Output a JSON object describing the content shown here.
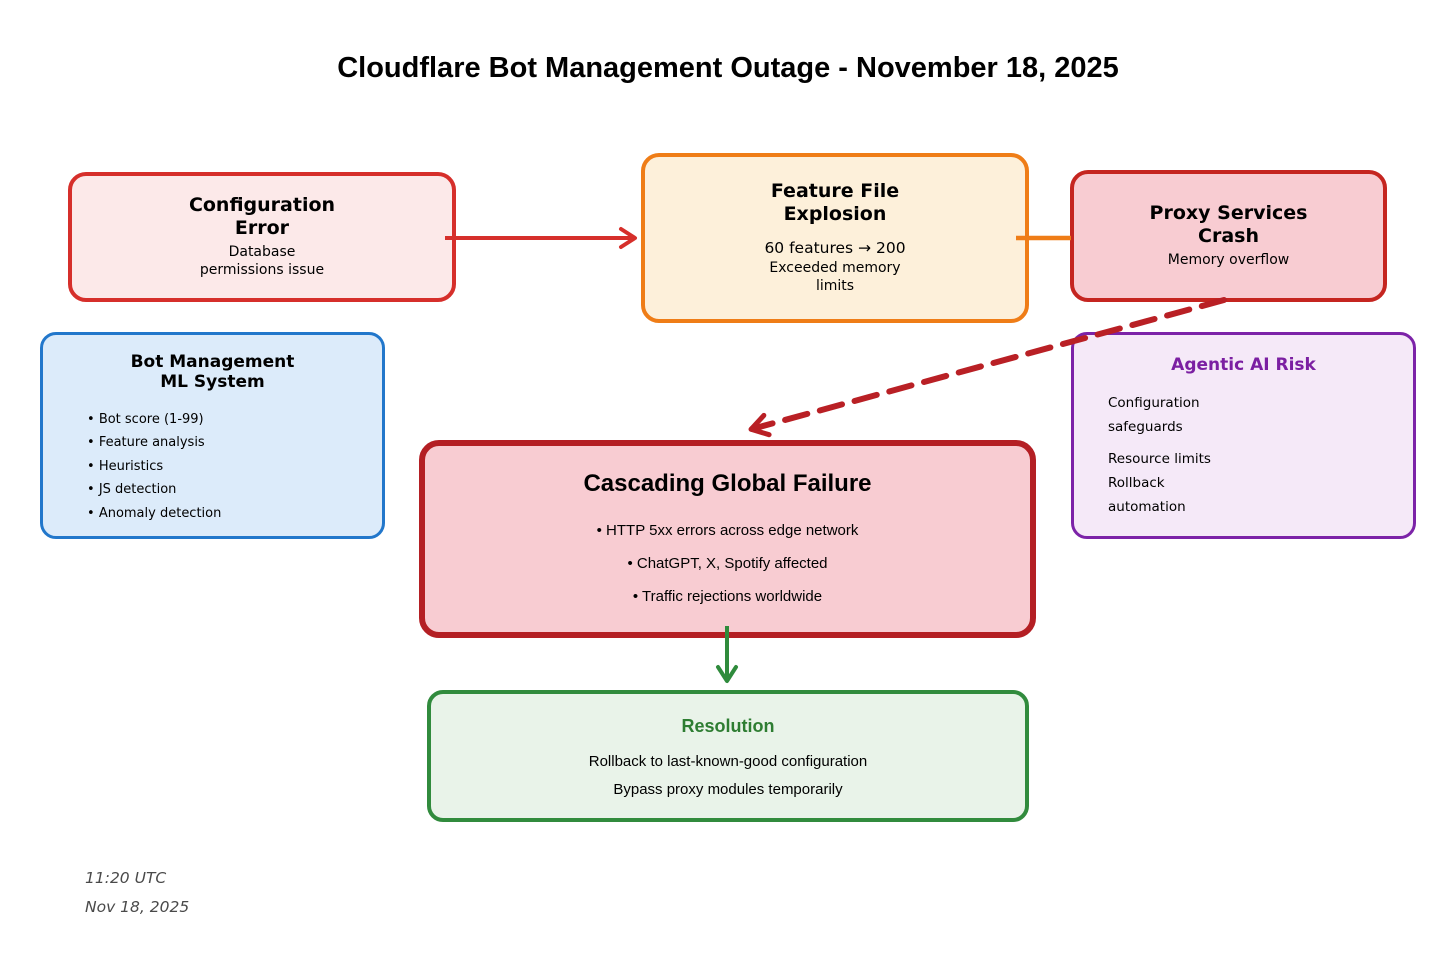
{
  "title": "Cloudflare Bot Management Outage - November 18, 2025",
  "colors": {
    "red": "#d62f2b",
    "config-fill": "#fce9e9",
    "orange": "#ef7d17",
    "feature-fill": "#fdf0da",
    "dark-red": "#c52520",
    "pink-fill": "#f8ccd2",
    "blue": "#2277cb",
    "blue-fill": "#dcebfa",
    "purple": "#7c23a8",
    "purple-fill": "#f5e9f8",
    "purple-text": "#7b1fa2",
    "cascade-red": "#b41f24",
    "dash-red": "#b92025",
    "green": "#318b3d",
    "green-fill": "#e9f3e9",
    "green-text": "#2e7d32",
    "arrow-green": "#2f8b3c"
  },
  "boxes": {
    "config_error": {
      "title_lines": [
        "Configuration",
        "Error"
      ],
      "body_lines": [
        "Database",
        "permissions issue"
      ]
    },
    "feature_file": {
      "title_lines": [
        "Feature File",
        "Explosion"
      ],
      "stat": "60 features → 200",
      "body_lines": [
        "Exceeded memory",
        "limits"
      ]
    },
    "proxy_crash": {
      "title_lines": [
        "Proxy Services",
        "Crash"
      ],
      "body": "Memory overflow"
    },
    "bot_ml": {
      "title_lines": [
        "Bot Management",
        "ML System"
      ],
      "bullets": [
        "Bot score (1-99)",
        "Feature analysis",
        "Heuristics",
        "JS detection",
        "Anomaly detection"
      ]
    },
    "agentic_ai": {
      "title": "Agentic AI Risk",
      "para1_lines": [
        "Configuration",
        "safeguards"
      ],
      "para2_lines": [
        "Resource limits",
        "Rollback",
        "automation"
      ]
    },
    "cascading": {
      "title": "Cascading Global Failure",
      "bullets": [
        "HTTP 5xx errors across edge network",
        "ChatGPT, X, Spotify affected",
        "Traffic rejections worldwide"
      ]
    },
    "resolution": {
      "title": "Resolution",
      "lines": [
        "Rollback to last-known-good configuration",
        "Bypass proxy modules temporarily"
      ]
    }
  },
  "footer": {
    "time": "11:20 UTC",
    "date": "Nov 18, 2025"
  }
}
